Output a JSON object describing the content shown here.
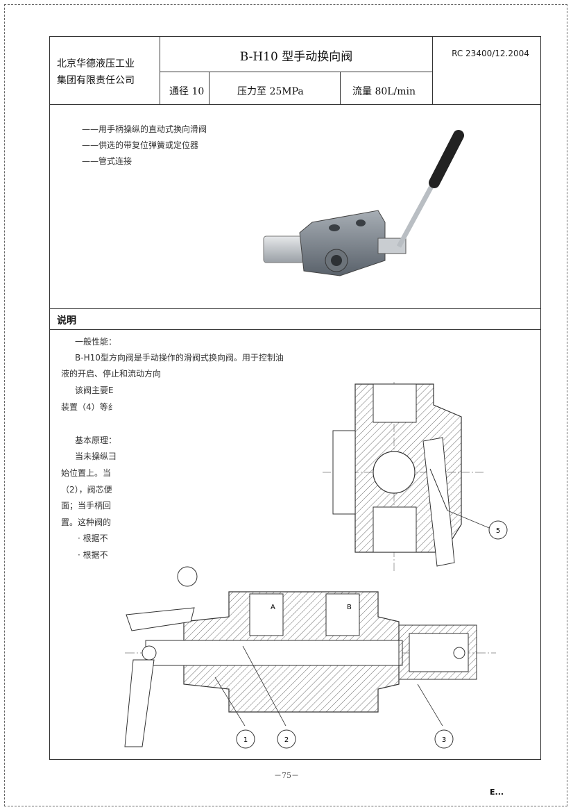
{
  "header": {
    "company_line1": "北京华德液压工业",
    "company_line2": "集团有限责任公司",
    "title": "B-H10 型手动换向阀",
    "doc_number": "RC 23400/12.2004",
    "specs": {
      "bore": "通径 10",
      "pressure": "压力至 25MPa",
      "flow": "流量 80L/min"
    }
  },
  "features": [
    "——用手柄操纵的直动式换向滑阀",
    "——供选的带复位弹簧或定位器",
    "——管式连接"
  ],
  "section_title": "说明",
  "body_lines": [
    "一般性能：",
    "B-H10型方向阀是手动操作的滑阀式换向阀。用于控制油",
    "液的开启、停止和流动方向",
    "该阀主要E",
    "装置（4）等纟",
    "基本原理：",
    "当未操纵彐",
    "始位置上。当",
    "（2），阀芯便",
    "面；当手柄回",
    "置。这种阀的",
    "·  根据不",
    "·  根据不"
  ],
  "drawing_labels": {
    "port_a": "A",
    "port_b": "B",
    "callout_1": "1",
    "callout_2": "2",
    "callout_3": "3",
    "callout_5": "5"
  },
  "footer": {
    "page_number": "－75－",
    "corner_mark": "E..."
  }
}
